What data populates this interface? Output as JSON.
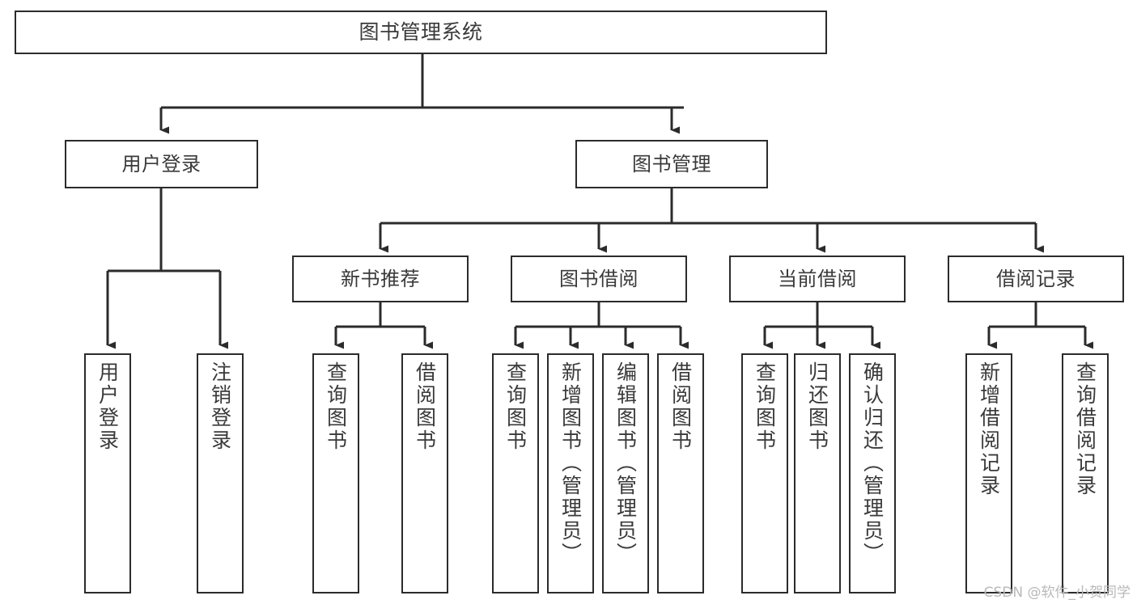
{
  "diagram": {
    "type": "tree",
    "title": "图书管理系统",
    "orientation": "top-down",
    "line_color": "#2b2b2b",
    "box_fill": "#ffffff",
    "text_color": "#3a3a3a"
  },
  "root": {
    "label": "图书管理系统"
  },
  "level2": [
    {
      "label": "用户登录"
    },
    {
      "label": "图书管理"
    }
  ],
  "level3": [
    {
      "label": "新书推荐"
    },
    {
      "label": "图书借阅"
    },
    {
      "label": "当前借阅"
    },
    {
      "label": "借阅记录"
    }
  ],
  "leaves": {
    "user_login": [
      {
        "label": "用户登录"
      },
      {
        "label": "注销登录"
      }
    ],
    "new_book": [
      {
        "label": "查询图书"
      },
      {
        "label": "借阅图书"
      }
    ],
    "book_borrow": [
      {
        "label": "查询图书"
      },
      {
        "label": "新增图书（管理员）"
      },
      {
        "label": "编辑图书（管理员）"
      },
      {
        "label": "借阅图书"
      }
    ],
    "current_borrow": [
      {
        "label": "查询图书"
      },
      {
        "label": "归还图书"
      },
      {
        "label": "确认归还（管理员）"
      }
    ],
    "borrow_record": [
      {
        "label": "新增借阅记录"
      },
      {
        "label": "查询借阅记录"
      }
    ]
  },
  "watermark": {
    "text": "CSDN @软件_小贺同学"
  }
}
